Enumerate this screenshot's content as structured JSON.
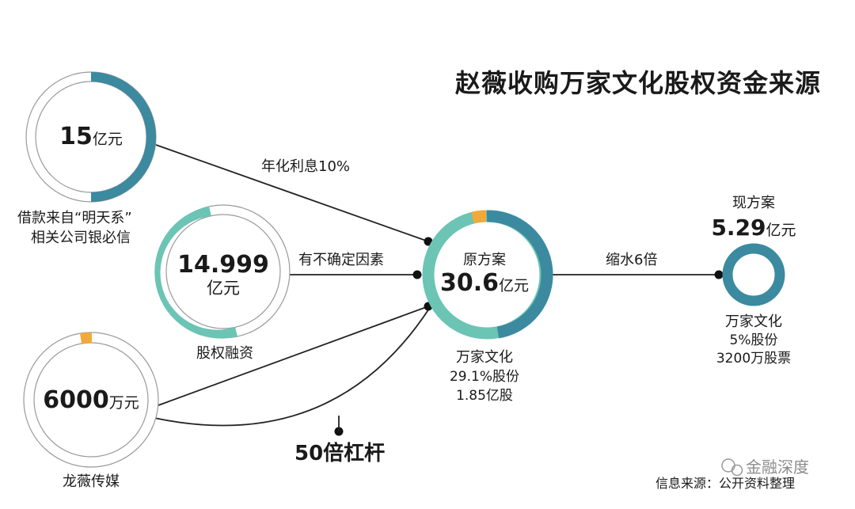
{
  "title": "赵薇收购万家文化股权资金来源",
  "loan": {
    "amount": "15",
    "unit": "亿元",
    "caption_line1": "借款来自“明天系”",
    "caption_line2": "相关公司银必信",
    "edge_label": "年化利息10%",
    "ring_fill": 0.5
  },
  "equity": {
    "amount": "14.999",
    "unit": "亿元",
    "caption": "股权融资",
    "edge_label": "有不确定因素",
    "ring_fill": 0.5
  },
  "longwei": {
    "amount": "6000",
    "unit": "万元",
    "caption": "龙薇传媒",
    "ring_fill": 0.02
  },
  "original_plan": {
    "label": "原方案",
    "amount": "30.6",
    "unit": "亿元",
    "company": "万家文化",
    "stake": "29.1%股份",
    "shares": "1.85亿股"
  },
  "shrink_label": "缩水6倍",
  "current_plan": {
    "label": "现方案",
    "amount": "5.29",
    "unit": "亿元",
    "company": "万家文化",
    "stake": "5%股份",
    "shares": "3200万股票"
  },
  "leverage_label": "50倍杠杆",
  "source": "信息来源：公开资料整理",
  "watermark": "金融深度",
  "colors": {
    "teal_dark": "#3b8aa0",
    "teal_light": "#6cc4b4",
    "orange": "#f2a93b",
    "outline": "#9a9a9a",
    "line": "#222222"
  }
}
